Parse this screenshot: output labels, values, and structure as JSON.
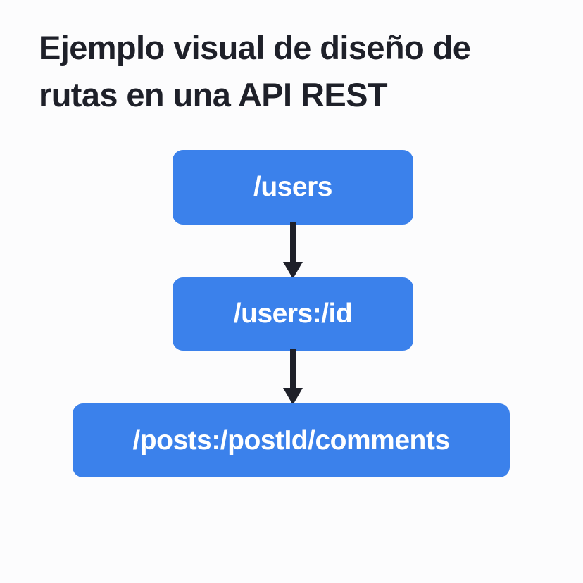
{
  "page": {
    "background_color": "#fcfcfd"
  },
  "title": {
    "text": "Ejemplo visual de diseño de\nrutas en una API REST",
    "color": "#1e2029"
  },
  "diagram": {
    "type": "flowchart",
    "orientation": "vertical",
    "node_color": "#3b81eb",
    "node_text_color": "#ffffff",
    "arrow_color": "#1e2029",
    "nodes": [
      {
        "id": "users",
        "label": "/users"
      },
      {
        "id": "users-id",
        "label": "/users:/id"
      },
      {
        "id": "posts-comments",
        "label": "/posts:/postId/comments"
      }
    ],
    "edges": [
      {
        "id": "edge-1",
        "from": "users",
        "to": "users-id",
        "arrowhead": "solid-triangle-down"
      },
      {
        "id": "edge-2",
        "from": "users-id",
        "to": "posts-comments",
        "arrowhead": "solid-triangle-down"
      }
    ]
  }
}
